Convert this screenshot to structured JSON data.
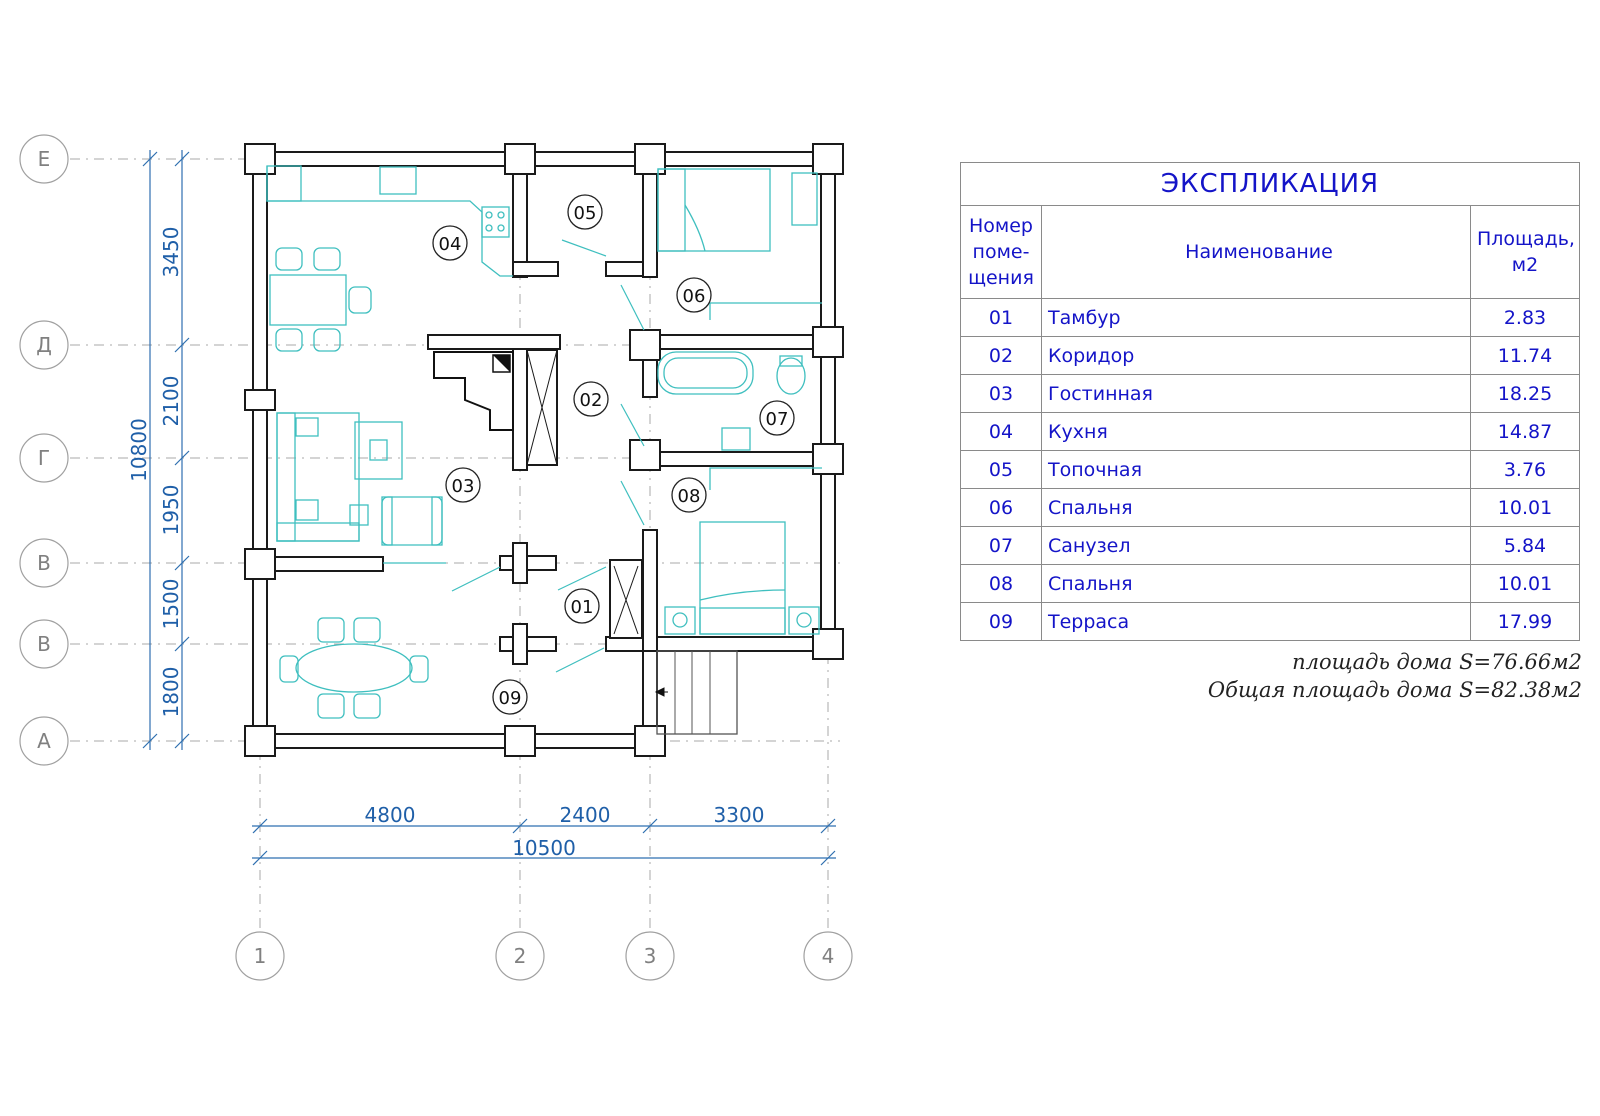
{
  "axes": {
    "rows": [
      "Е",
      "Д",
      "Г",
      "В",
      "В",
      "А"
    ],
    "cols": [
      "1",
      "2",
      "3",
      "4"
    ]
  },
  "dimensions": {
    "vertical": [
      "3450",
      "2100",
      "1950",
      "1500",
      "1800"
    ],
    "vertical_total": "10800",
    "horizontal": [
      "4800",
      "2400",
      "3300"
    ],
    "horizontal_total": "10500"
  },
  "room_labels": [
    "01",
    "02",
    "03",
    "04",
    "05",
    "06",
    "07",
    "08",
    "09"
  ],
  "explication": {
    "title": "ЭКСПЛИКАЦИЯ",
    "headers": {
      "number": "Номер поме- щения",
      "name": "Наименование",
      "area": "Площадь, м2"
    },
    "rows": [
      {
        "num": "01",
        "name": "Тамбур",
        "area": "2.83"
      },
      {
        "num": "02",
        "name": "Коридор",
        "area": "11.74"
      },
      {
        "num": "03",
        "name": "Гостинная",
        "area": "18.25"
      },
      {
        "num": "04",
        "name": "Кухня",
        "area": "14.87"
      },
      {
        "num": "05",
        "name": "Топочная",
        "area": "3.76"
      },
      {
        "num": "06",
        "name": "Спальня",
        "area": "10.01"
      },
      {
        "num": "07",
        "name": "Санузел",
        "area": "5.84"
      },
      {
        "num": "08",
        "name": "Спальня",
        "area": "10.01"
      },
      {
        "num": "09",
        "name": "Терраса",
        "area": "17.99"
      }
    ]
  },
  "totals": {
    "house_area": "площадь дома  S=76.66м2",
    "total_area": "Общая площадь дома  S=82.38м2"
  },
  "colors": {
    "walls": "#1a1a1a",
    "furniture": "#3fbfbf",
    "dimensions": "#1f5fa8",
    "table_text": "#1414c8"
  }
}
